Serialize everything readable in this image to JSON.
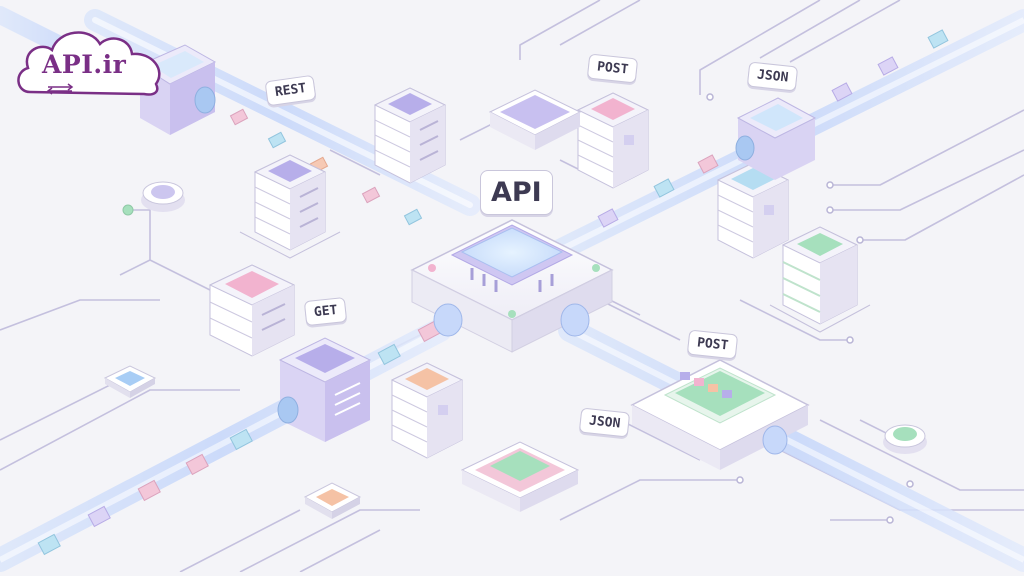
{
  "logo": {
    "text": "API.ir"
  },
  "labels": {
    "rest": "REST",
    "post_top": "POST",
    "json_top": "JSON",
    "api": "API",
    "get": "GET",
    "post_bottom": "POST",
    "json_bottom": "JSON"
  },
  "colors": {
    "background": "#f4f4f8",
    "accent_purple": "#a9a2e8",
    "tube": "#cfe0fb",
    "logo": "#7a2f86",
    "pink": "#f2b3cf",
    "green": "#a6e0bd",
    "orange": "#f5c2a5",
    "blue": "#b5ddf2"
  }
}
